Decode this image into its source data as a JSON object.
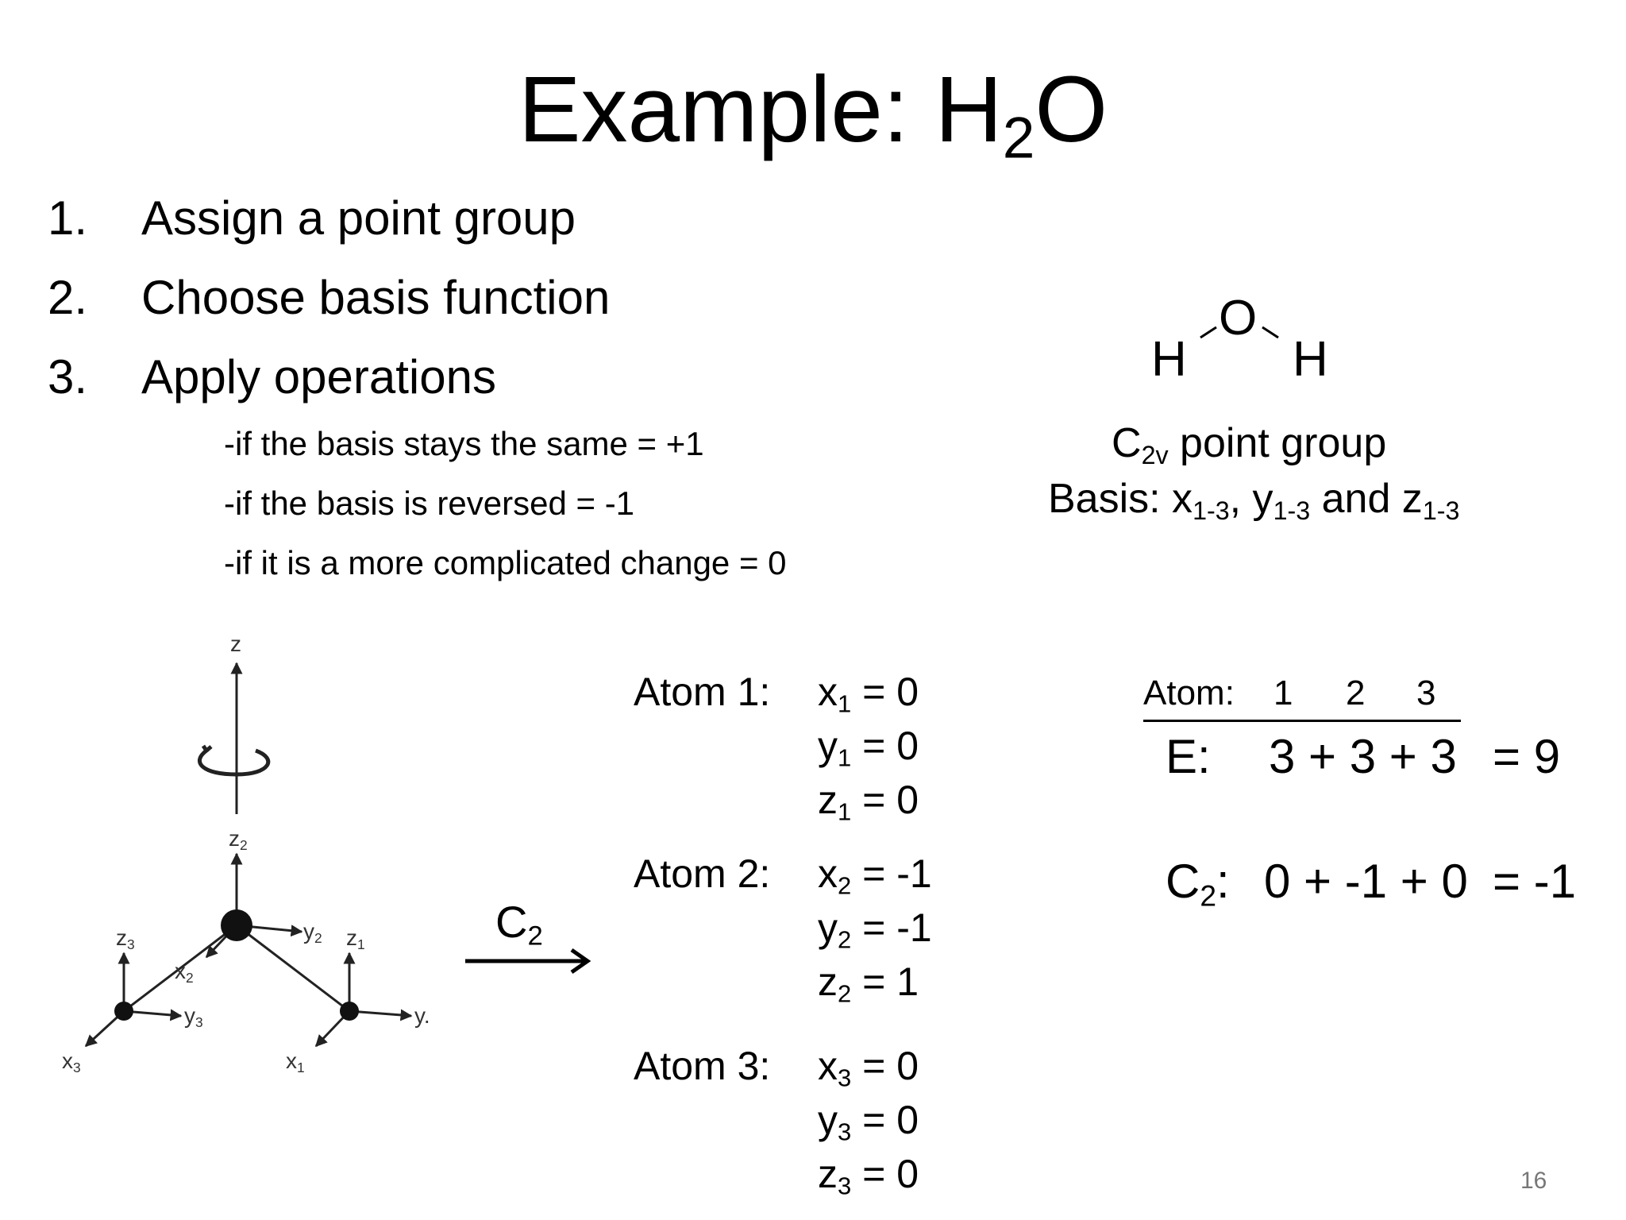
{
  "title": {
    "main": "Example: H",
    "sub": "2",
    "tail": "O"
  },
  "steps": [
    {
      "num": "1.",
      "text": "Assign a point group"
    },
    {
      "num": "2.",
      "text": "Choose basis function"
    },
    {
      "num": "3.",
      "text": "Apply operations"
    }
  ],
  "rules": [
    "-if the basis stays the same = +1",
    "-if the basis is reversed = -1",
    "-if it is a more complicated change = 0"
  ],
  "molecule": {
    "o": "O",
    "h_left": "H",
    "h_right": "H"
  },
  "point_group": {
    "c": "C",
    "sub": "2v",
    "text": " point group"
  },
  "basis": {
    "prefix": "Basis: x",
    "s1": "1-3",
    "mid1": ", y",
    "s2": "1-3",
    "mid2": " and z",
    "s3": "1-3"
  },
  "diagram": {
    "z": "z",
    "z2": "z",
    "z2_sub": "2",
    "z3": "z",
    "z3_sub": "3",
    "z1": "z",
    "z1_sub": "1",
    "y2": "y",
    "y2_sub": "2",
    "x2": "x",
    "x2_sub": "2",
    "y3": "y",
    "y3_sub": "3",
    "y": "y.",
    "x3": "x",
    "x3_sub": "3",
    "x1": "x",
    "x1_sub": "1"
  },
  "op_arrow": {
    "c": "C",
    "sub": "2"
  },
  "atoms": [
    {
      "label": "Atom 1:",
      "vals": [
        {
          "v": "x",
          "s": "1",
          "eq": " = 0"
        },
        {
          "v": "y",
          "s": "1",
          "eq": " = 0"
        },
        {
          "v": "z",
          "s": "1",
          "eq": " = 0"
        }
      ]
    },
    {
      "label": "Atom 2:",
      "vals": [
        {
          "v": "x",
          "s": "2",
          "eq": " = -1"
        },
        {
          "v": "y",
          "s": "2",
          "eq": " = -1"
        },
        {
          "v": "z",
          "s": "2",
          "eq": " = 1"
        }
      ]
    },
    {
      "label": "Atom 3:",
      "vals": [
        {
          "v": "x",
          "s": "3",
          "eq": " = 0"
        },
        {
          "v": "y",
          "s": "3",
          "eq": " = 0"
        },
        {
          "v": "z",
          "s": "3",
          "eq": " = 0"
        }
      ]
    }
  ],
  "table": {
    "header": {
      "label": "Atom:",
      "c1": "1",
      "c2": "2",
      "c3": "3"
    },
    "e_row": {
      "label": "E:",
      "expr": "3 + 3 + 3",
      "result": "=  9"
    },
    "c2_row": {
      "label_c": "C",
      "label_sub": "2",
      "label_colon": ":",
      "expr": "0 + -1 + 0",
      "result": "= -1"
    }
  },
  "page_number": "16"
}
